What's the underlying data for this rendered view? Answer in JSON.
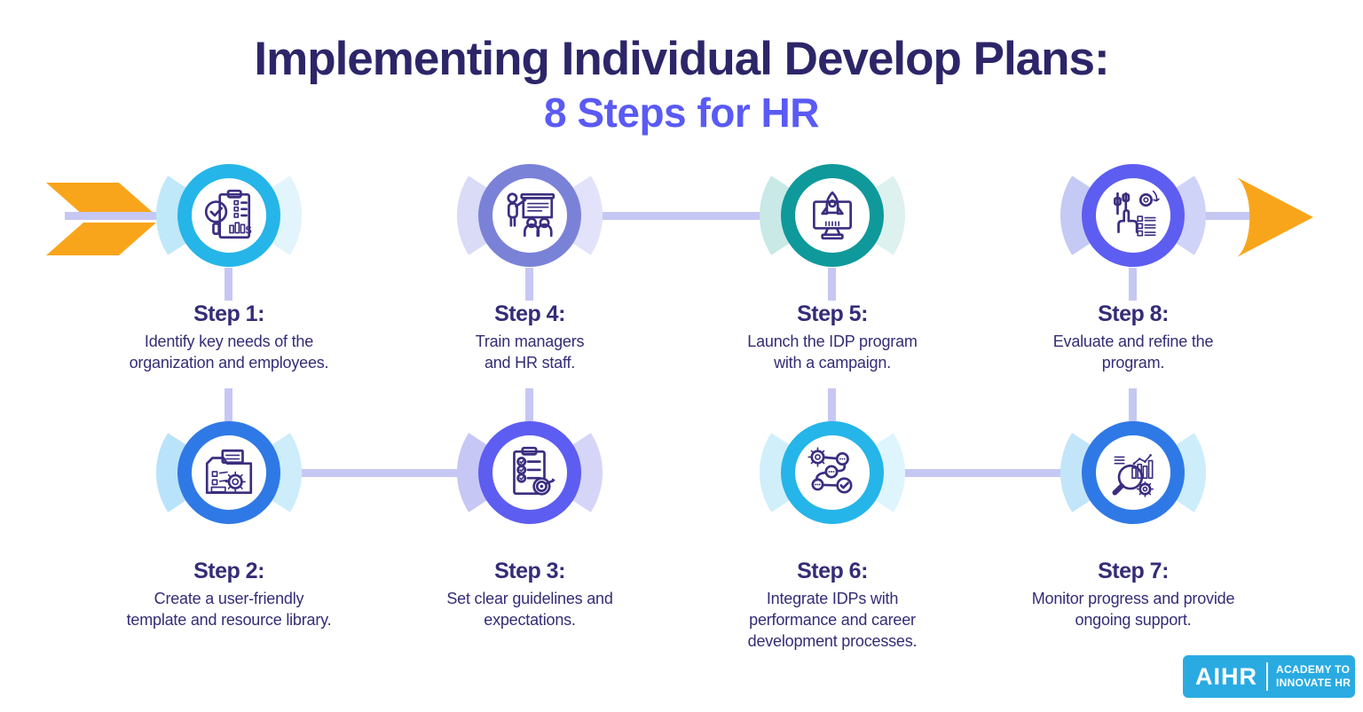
{
  "title": {
    "line1": "Implementing Individual Develop Plans:",
    "line2": "8 Steps for HR"
  },
  "colors": {
    "title-navy": "#2C2669",
    "accent-purple": "#5A5AF5",
    "text-dark": "#342C77",
    "connector": "#C7C7F4",
    "orange": "#F9A51B",
    "icon-stroke": "#3B2E80",
    "logo-blue": "#29ABE2"
  },
  "steps": [
    {
      "label": "Step 1:",
      "lines": [
        "Identify key needs of the",
        "organization and employees."
      ],
      "ring": "#25B5E9",
      "wing_left": "#BFE8F9",
      "wing_right": "#E2F4FC",
      "icon": "clipboard-analysis-icon"
    },
    {
      "label": "Step 2:",
      "lines": [
        "Create a user-friendly",
        "template and resource library."
      ],
      "ring": "#2F79E6",
      "wing_left": "#B9E3FB",
      "wing_right": "#CDEDFB",
      "icon": "folder-templates-icon"
    },
    {
      "label": "Step 3:",
      "lines": [
        "Set clear guidelines and",
        "expectations."
      ],
      "ring": "#5D5DF1",
      "wing_left": "#C7C7F5",
      "wing_right": "#D5D5F8",
      "icon": "checklist-target-icon"
    },
    {
      "label": "Step 4:",
      "lines": [
        "Train managers",
        "and HR staff."
      ],
      "ring": "#7A82D8",
      "wing_left": "#D9DBF7",
      "wing_right": "#E2E3FA",
      "icon": "training-presentation-icon"
    },
    {
      "label": "Step 5:",
      "lines": [
        "Launch the IDP program",
        "with a campaign."
      ],
      "ring": "#0F999B",
      "wing_left": "#C8E9E5",
      "wing_right": "#DDF1EE",
      "icon": "rocket-launch-monitor-icon"
    },
    {
      "label": "Step 6:",
      "lines": [
        "Integrate IDPs with",
        "performance and career",
        "development processes."
      ],
      "ring": "#25B5E9",
      "wing_left": "#D0EFFB",
      "wing_right": "#DFF5FD",
      "icon": "process-integration-icon"
    },
    {
      "label": "Step 7:",
      "lines": [
        "Monitor progress and provide",
        "ongoing support."
      ],
      "ring": "#2F79E6",
      "wing_left": "#C2E5F9",
      "wing_right": "#CDEDFB",
      "icon": "progress-analysis-icon"
    },
    {
      "label": "Step 8:",
      "lines": [
        "Evaluate and refine the",
        "program."
      ],
      "ring": "#5D5DF1",
      "wing_left": "#C4CAF4",
      "wing_right": "#CFD3F7",
      "icon": "refine-settings-icon"
    }
  ],
  "logo": {
    "brand": "AIHR",
    "tagline": [
      "ACADEMY TO",
      "INNOVATE HR"
    ]
  }
}
